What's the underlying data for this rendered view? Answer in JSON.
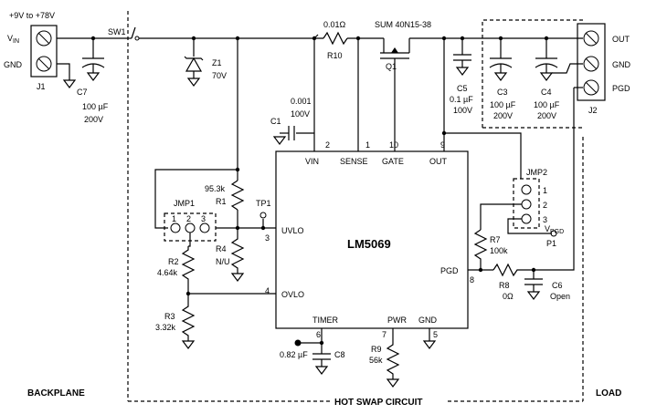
{
  "input": {
    "range": "+9V to +78V",
    "vin": "V",
    "vin_sub": "IN",
    "gnd": "GND",
    "connector": "J1"
  },
  "sw1": "SW1",
  "c7": {
    "ref": "C7",
    "value": "100 µF",
    "voltage": "200V"
  },
  "z1": {
    "ref": "Z1",
    "value": "70V"
  },
  "r10": {
    "ref": "R10",
    "value": "0.01Ω"
  },
  "q1": {
    "ref": "Q1",
    "part": "SUM 40N15-38"
  },
  "c1": {
    "ref": "C1",
    "value": "0.001",
    "voltage": "100V"
  },
  "c5": {
    "ref": "C5",
    "value": "0.1 µF",
    "voltage": "100V"
  },
  "c3": {
    "ref": "C3",
    "value": "100 µF",
    "voltage": "200V"
  },
  "c4": {
    "ref": "C4",
    "value": "100 µF",
    "voltage": "200V"
  },
  "output": {
    "out": "OUT",
    "gnd": "GND",
    "pgd": "PGD",
    "connector": "J2"
  },
  "ic": {
    "name": "LM5069",
    "pins": {
      "vin": "VIN",
      "sense": "SENSE",
      "gate": "GATE",
      "out": "OUT",
      "uvlo": "UVLO",
      "ovlo": "OVLO",
      "timer": "TIMER",
      "pwr": "PWR",
      "gnd": "GND",
      "pgd": "PGD"
    },
    "pin_numbers": {
      "vin": "2",
      "sense": "1",
      "gate": "10",
      "out": "9",
      "uvlo": "3",
      "ovlo": "4",
      "timer": "6",
      "pwr": "7",
      "gnd": "5",
      "pgd": "8"
    }
  },
  "r1": {
    "ref": "R1",
    "value": "95.3k"
  },
  "tp1": "TP1",
  "jmp1": {
    "ref": "JMP1",
    "pins": [
      "1",
      "2",
      "3"
    ]
  },
  "r4": {
    "ref": "R4",
    "value": "N/U"
  },
  "r2": {
    "ref": "R2",
    "value": "4.64k"
  },
  "r3": {
    "ref": "R3",
    "value": "3.32k"
  },
  "c8": {
    "ref": "C8",
    "value": "0.82 µF"
  },
  "r9": {
    "ref": "R9",
    "value": "56k"
  },
  "jmp2": {
    "ref": "JMP2",
    "pins": [
      "1",
      "2",
      "3"
    ],
    "vpgd": "V",
    "vpgd_sub": "PGD"
  },
  "p1": "P1",
  "r7": {
    "ref": "R7",
    "value": "100k"
  },
  "r8": {
    "ref": "R8",
    "value": "0Ω"
  },
  "c6": {
    "ref": "C6",
    "value": "Open"
  },
  "regions": {
    "backplane": "BACKPLANE",
    "hot_swap": "HOT SWAP CIRCUIT",
    "load": "LOAD"
  }
}
